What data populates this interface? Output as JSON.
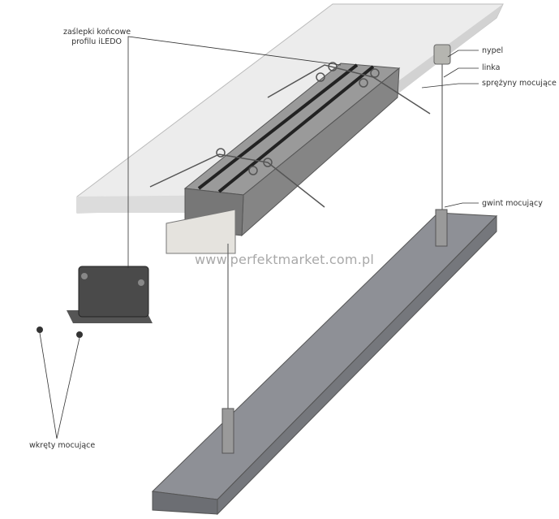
{
  "labels": {
    "end_caps_line1": "zaślepki końcowe",
    "end_caps_line2": "profilu iLEDO",
    "nipple": "nypel",
    "cable": "linka",
    "springs": "sprężyny mocujące",
    "thread": "gwint mocujący",
    "screws": "wkręty mocujące"
  },
  "watermark": "www.perfektmarket.com.pl",
  "colors": {
    "board": "#e8e8e8",
    "profile": "#8a8a8a",
    "bar": "#7d7f84",
    "line": "#333333"
  }
}
